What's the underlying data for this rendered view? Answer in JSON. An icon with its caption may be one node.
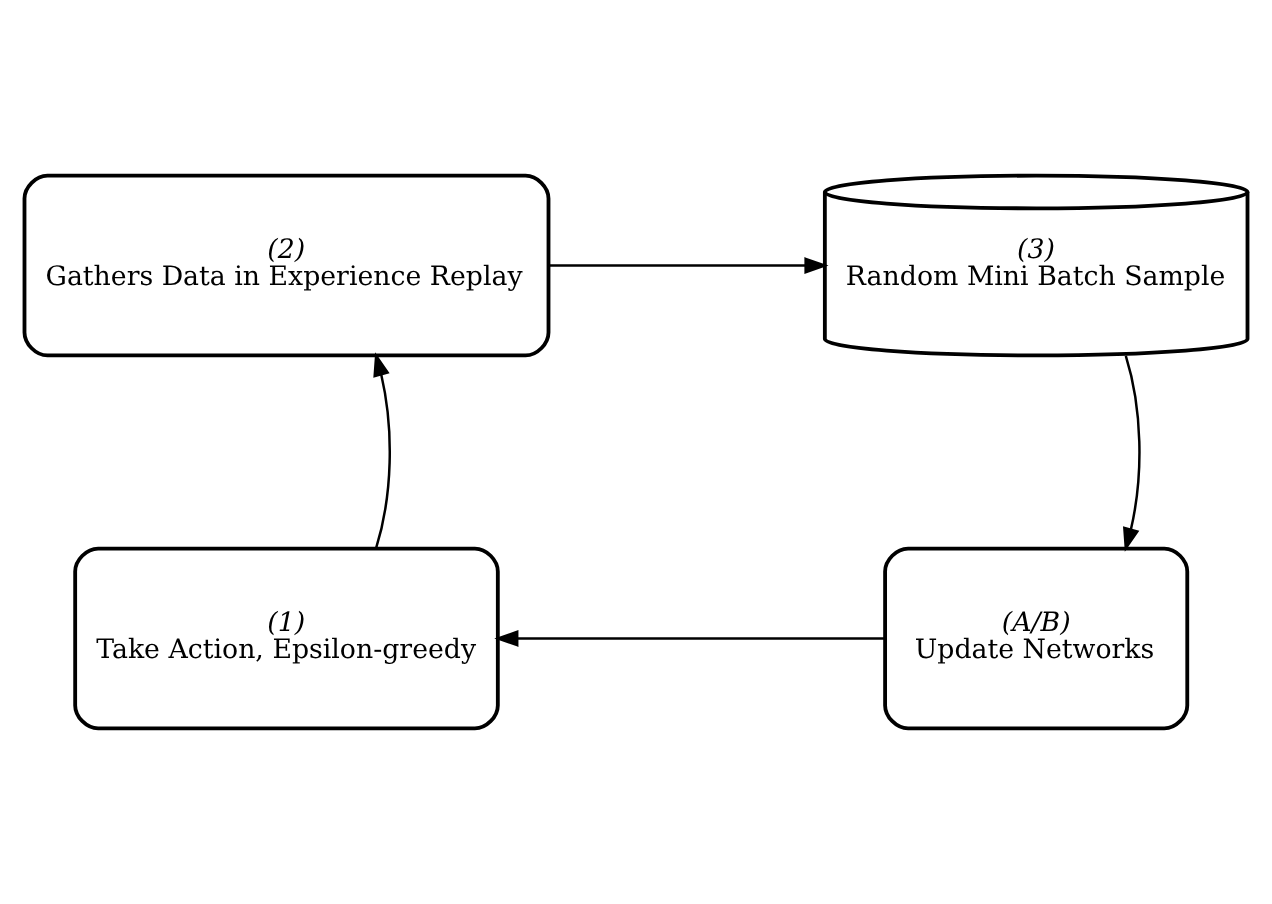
{
  "diagram": {
    "nodes": [
      {
        "text": [
          "(2)",
          "Gathers Data in Experience Replay"
        ]
      },
      {
        "text": [
          "(3)",
          "Random Mini Batch Sample"
        ]
      },
      {
        "text": [
          "(1)",
          "Take Action, Epsilon-greedy"
        ]
      },
      {
        "text": [
          "(A/B)",
          "Update Networks"
        ]
      }
    ],
    "edges": [
      {
        "from": 2,
        "to": 0,
        "arrow": "to"
      },
      {
        "from": 0,
        "to": 1,
        "arrow": "to"
      },
      {
        "from": 1,
        "to": 3,
        "arrow": "to"
      },
      {
        "from": 3,
        "to": 2,
        "arrow": "to"
      }
    ]
  }
}
